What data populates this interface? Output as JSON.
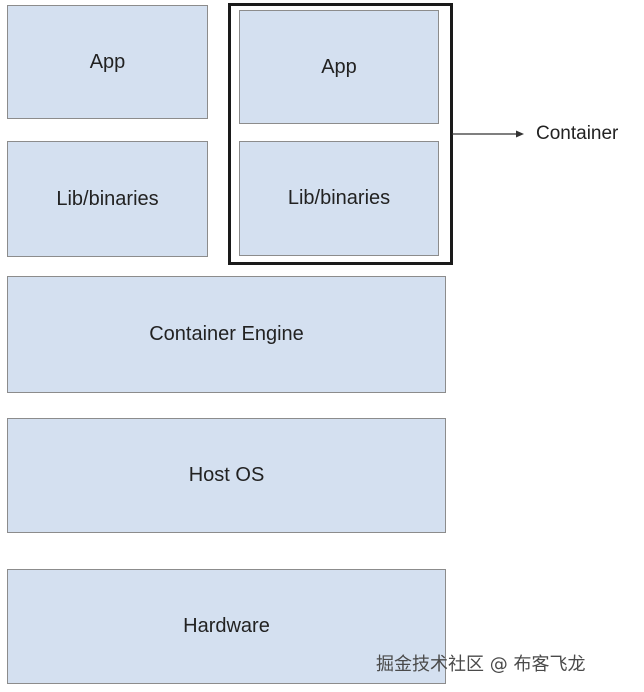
{
  "left_stack": {
    "app": "App",
    "lib": "Lib/binaries"
  },
  "container": {
    "app": "App",
    "lib": "Lib/binaries",
    "label": "Container"
  },
  "layers": {
    "engine": "Container Engine",
    "host_os": "Host OS",
    "hardware": "Hardware"
  },
  "watermark": "掘金技术社区 @ 布客飞龙",
  "colors": {
    "box_fill": "#d4e0f0",
    "box_border": "#8c8c8c",
    "frame_border": "#1a1a1a"
  }
}
